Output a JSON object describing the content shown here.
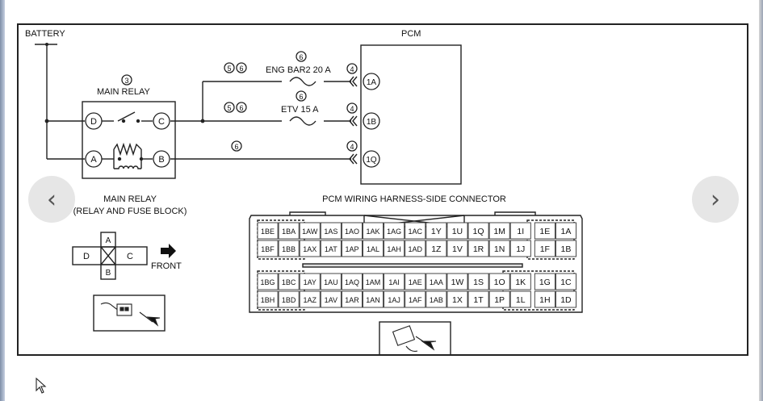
{
  "nav": {
    "prev_icon": "chevron-left-icon",
    "next_icon": "chevron-right-icon",
    "prev_glyph": "‹",
    "next_glyph": "›"
  },
  "diagram": {
    "battery": "BATTERY",
    "pcm": "PCM",
    "main_relay_num": "3",
    "main_relay": "MAIN RELAY",
    "terminals": {
      "d": "D",
      "c": "C",
      "a": "A",
      "b": "B"
    },
    "circuits": {
      "top_num": "6",
      "top_pair_a": "5",
      "top_pair_b": "6",
      "top_label": "ENG BAR2 20 A",
      "mid_num": "6",
      "mid_pair_a": "5",
      "mid_pair_b": "6",
      "mid_label": "ETV 15 A",
      "bot_num": "6"
    },
    "pcm_pins": [
      {
        "num": "4",
        "pin": "1A"
      },
      {
        "num": "4",
        "pin": "1B"
      },
      {
        "num": "4",
        "pin": "1Q"
      }
    ],
    "relay_caption_1": "MAIN RELAY",
    "relay_caption_2": "(RELAY AND FUSE BLOCK)",
    "relay_connector": {
      "top": "A",
      "left": "D",
      "right": "C",
      "bottom": "B",
      "front": "FRONT"
    },
    "connector_title": "PCM WIRING HARNESS-SIDE CONNECTOR",
    "connector_rows": [
      [
        "1BE",
        "1BA",
        "1AW",
        "1AS",
        "1AO",
        "1AK",
        "1AG",
        "1AC",
        "1Y",
        "1U",
        "1Q",
        "1M",
        "1I",
        "1E",
        "1A"
      ],
      [
        "1BF",
        "1BB",
        "1AX",
        "1AT",
        "1AP",
        "1AL",
        "1AH",
        "1AD",
        "1Z",
        "1V",
        "1R",
        "1N",
        "1J",
        "1F",
        "1B"
      ],
      [
        "1BG",
        "1BC",
        "1AY",
        "1AU",
        "1AQ",
        "1AM",
        "1AI",
        "1AE",
        "1AA",
        "1W",
        "1S",
        "1O",
        "1K",
        "1G",
        "1C"
      ],
      [
        "1BH",
        "1BD",
        "1AZ",
        "1AV",
        "1AR",
        "1AN",
        "1AJ",
        "1AF",
        "1AB",
        "1X",
        "1T",
        "1P",
        "1L",
        "1H",
        "1D"
      ]
    ]
  }
}
